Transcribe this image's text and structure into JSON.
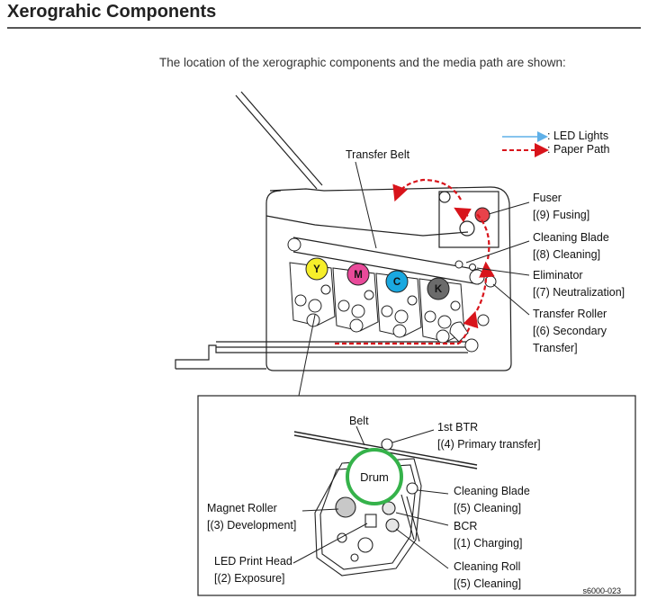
{
  "page": {
    "title": "Xerograhic Components",
    "subtitle": "The location of the xerographic components and the media path are shown:"
  },
  "legend": {
    "led_lights": ": LED Lights",
    "paper_path": ": Paper Path"
  },
  "printer_labels": {
    "transfer_belt": "Transfer Belt",
    "fuser": "Fuser",
    "fuser_step": "[(9) Fusing]",
    "cleaning_blade": "Cleaning Blade",
    "cleaning_blade_step": "[(8) Cleaning]",
    "eliminator": "Eliminator",
    "eliminator_step": "[(7) Neutralization]",
    "transfer_roller": "Transfer Roller",
    "transfer_roller_step_1": "[(6) Secondary",
    "transfer_roller_step_2": "Transfer]"
  },
  "toner": {
    "y": "Y",
    "m": "M",
    "c": "C",
    "k": "K"
  },
  "detail_labels": {
    "belt": "Belt",
    "btr": "1st BTR",
    "btr_step": "[(4) Primary transfer]",
    "drum": "Drum",
    "magnet_roller": "Magnet Roller",
    "magnet_roller_step": "[(3) Development]",
    "cleaning_blade": "Cleaning Blade",
    "cleaning_blade_step": "[(5) Cleaning]",
    "bcr": "BCR",
    "bcr_step": "[(1) Charging]",
    "led_print_head": "LED Print Head",
    "led_print_head_step": "[(2) Exposure]",
    "cleaning_roll": "Cleaning Roll",
    "cleaning_roll_step": "[(5) Cleaning]"
  },
  "figure_id": "s6000-023",
  "colors": {
    "yellow": "#f6ee2a",
    "magenta": "#e94a9a",
    "cyan": "#1aa8e0",
    "black": "#6b6b6b",
    "paper_path": "#d8141b",
    "led": "#5fb0e8",
    "drum_ring": "#35b24a",
    "fuser_roller": "#e8424a"
  }
}
